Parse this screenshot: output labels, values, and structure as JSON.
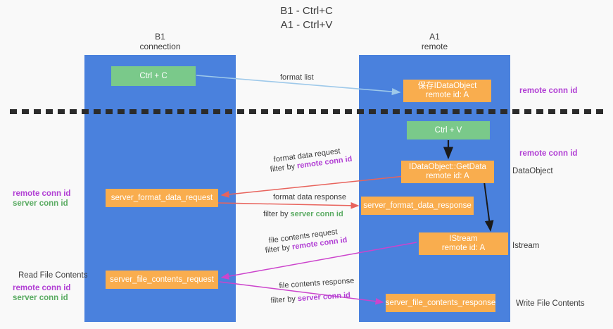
{
  "title": "B1 - Ctrl+C\nA1 - Ctrl+V",
  "columns": {
    "left": {
      "header": "B1\nconnection"
    },
    "right": {
      "header": "A1\nremote"
    }
  },
  "nodes": {
    "ctrl_c": "Ctrl + C",
    "idataobject": "保存IDataObject\nremote id: A",
    "ctrl_v": "Ctrl + V",
    "getdata": "IDataObject::GetData\nremote id: A",
    "server_format_data_request": "server_format_data_request",
    "server_format_data_response": "server_format_data_response",
    "istream": "IStream\nremote id: A",
    "server_file_contents_request": "server_file_contents_request",
    "server_file_contents_response": "server_file_contents_response"
  },
  "edge_labels": {
    "format_list": "format list",
    "format_data_request": "format data request",
    "format_data_request_filter_prefix": "filter by ",
    "format_data_request_filter_key": "remote conn id",
    "format_data_response": "format data response",
    "format_data_response_filter_prefix": "filter by ",
    "format_data_response_filter_key": "server conn id",
    "file_contents_request": "file contents request",
    "file_contents_request_filter_prefix": "filter by ",
    "file_contents_request_filter_key": "remote conn id",
    "file_contents_response": "file contents response",
    "file_contents_response_filter_prefix": "filter by ",
    "file_contents_response_filter_key": "server conn id"
  },
  "side_labels": {
    "right_remote_conn_id_top": "remote conn id",
    "right_remote_conn_id_mid": "remote conn id",
    "dataobject": "DataObject",
    "istream": "Istream",
    "write_file_contents": "Write File Contents",
    "left_remote_conn_id": "remote conn id",
    "left_server_conn_id": "server conn id",
    "read_file_contents": "Read File Contents",
    "left_remote_conn_id_2": "remote conn id",
    "left_server_conn_id_2": "server conn id"
  },
  "colors": {
    "column": "#4a81dd",
    "green_node": "#7ac98a",
    "orange_node": "#f9ad4e",
    "purple_text": "#b13fd4",
    "green_text": "#5aab62",
    "red_arrow": "#e8635c",
    "magenta_arrow": "#cc44cc",
    "light_blue_arrow": "#9ec9ea",
    "black_arrow": "#1a1a1a",
    "divider": "#2b2b2b",
    "background": "#f9f9f9"
  }
}
